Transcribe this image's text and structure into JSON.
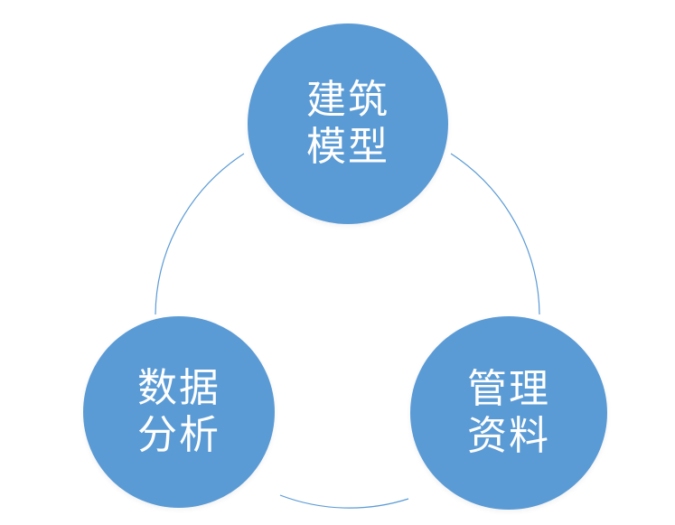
{
  "diagram": {
    "type": "cycle",
    "colors": {
      "node_fill": "#5b9bd5",
      "node_text": "#ffffff",
      "connector": "#5b9bd5"
    },
    "nodes": [
      {
        "id": "top",
        "lines": [
          "建筑",
          "模型"
        ]
      },
      {
        "id": "right",
        "lines": [
          "管理",
          "资料"
        ]
      },
      {
        "id": "left",
        "lines": [
          "数据",
          "分析"
        ]
      }
    ]
  }
}
